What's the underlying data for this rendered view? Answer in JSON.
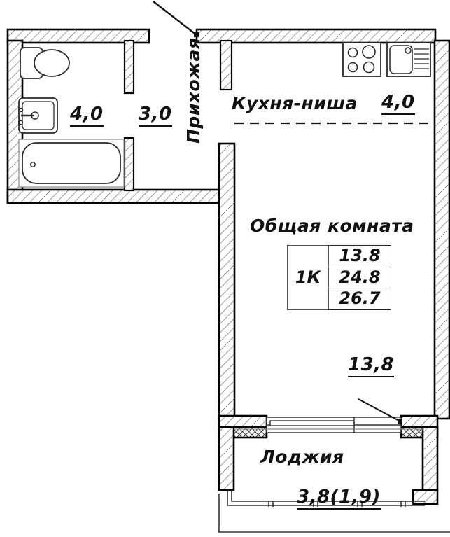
{
  "plan": {
    "type": "apartment-floor-plan",
    "title_code": "1К",
    "rooms": [
      {
        "key": "bathroom",
        "label": "",
        "area": "4,0",
        "label_visible": false
      },
      {
        "key": "hallway",
        "label": "Прихожая",
        "area": "3,0",
        "label_visible": true
      },
      {
        "key": "kitchen",
        "label": "Кухня-ниша",
        "area": "4,0",
        "label_visible": true
      },
      {
        "key": "livingroom",
        "label": "Общая комната",
        "area": "13,8",
        "label_visible": true
      },
      {
        "key": "loggia",
        "label": "Лоджия",
        "area": "3,8(1,9)",
        "label_visible": true
      }
    ],
    "area_table": {
      "type_label": "1К",
      "rows": [
        "13.8",
        "24.8",
        "26.7"
      ]
    },
    "labels": {
      "bathroom_area": "4,0",
      "hallway_area": "3,0",
      "hallway_name": "Прихожая",
      "kitchen_name": "Кухня-ниша",
      "kitchen_area": "4,0",
      "living_name": "Общая комната",
      "living_area": "13,8",
      "loggia_name": "Лоджия",
      "loggia_area": "3,8(1,9)"
    },
    "fixtures": [
      {
        "name": "toilet",
        "room": "bathroom"
      },
      {
        "name": "washbasin",
        "room": "bathroom"
      },
      {
        "name": "bathtub",
        "room": "bathroom"
      },
      {
        "name": "cooktop",
        "room": "kitchen"
      },
      {
        "name": "sink",
        "room": "kitchen"
      },
      {
        "name": "window",
        "room": "loggia"
      },
      {
        "name": "glazing",
        "room": "loggia"
      }
    ],
    "colors": {
      "line": "#111111",
      "wall_fill": "#ffffff",
      "hatch": "#444444",
      "background": "#ffffff"
    }
  }
}
